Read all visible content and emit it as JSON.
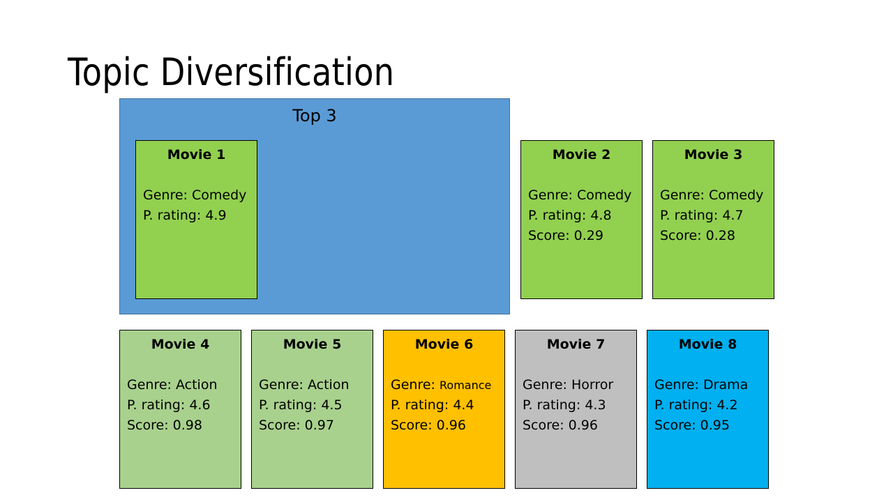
{
  "title": "Topic Diversification",
  "top3_label": "Top 3",
  "genre_prefix": "Genre:",
  "rating_prefix": "P. rating:",
  "score_prefix": "Score:",
  "colors": {
    "comedy": "#92d050",
    "action": "#a9d18e",
    "romance": "#ffc000",
    "horror": "#bfbfbf",
    "drama": "#00b0f0",
    "top3_bg": "#5b9bd5"
  },
  "movies": [
    {
      "name": "Movie 1",
      "genre": "Comedy",
      "rating": "4.9",
      "score": ""
    },
    {
      "name": "Movie 2",
      "genre": "Comedy",
      "rating": "4.8",
      "score": "0.29"
    },
    {
      "name": "Movie 3",
      "genre": "Comedy",
      "rating": "4.7",
      "score": "0.28"
    },
    {
      "name": "Movie 4",
      "genre": "Action",
      "rating": "4.6",
      "score": "0.98"
    },
    {
      "name": "Movie 5",
      "genre": "Action",
      "rating": "4.5",
      "score": "0.97"
    },
    {
      "name": "Movie 6",
      "genre": "Romance",
      "rating": "4.4",
      "score": "0.96"
    },
    {
      "name": "Movie 7",
      "genre": "Horror",
      "rating": "4.3",
      "score": "0.96"
    },
    {
      "name": "Movie 8",
      "genre": "Drama",
      "rating": "4.2",
      "score": "0.95"
    }
  ]
}
